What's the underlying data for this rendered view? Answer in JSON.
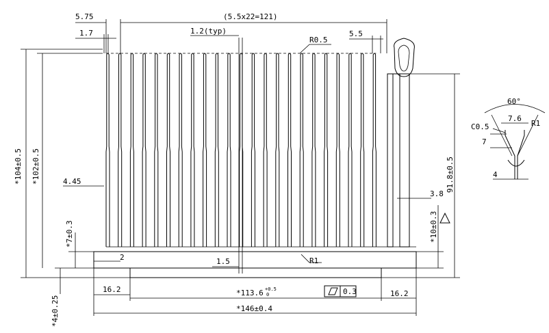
{
  "dimensions": {
    "top_width": "5.75",
    "overall_pitch": "(5.5x22=121)",
    "left_gap": "1.7",
    "fin_thickness": "1.2(typ)",
    "tip_radius": "R0.5",
    "pitch": "5.5",
    "left_height_outer": "*104±0.5",
    "left_height_inner": "*102±0.5",
    "left_offset": "4.45",
    "base_height": "*7±0.3",
    "base_step": "2",
    "center_gap": "1.5",
    "root_radius": "R1",
    "bottom_thickness": "*4±0.25",
    "right_fin_height": "91.8±0.5",
    "right_offset": "3.8",
    "right_base_height": "*10±0.3",
    "left_flange": "16.2",
    "mid_span": "*113.6",
    "mid_tol_upper": "+0.5",
    "mid_tol_lower": "0",
    "right_flange": "16.2",
    "overall_width": "*146±0.4",
    "flatness_value": "0.3"
  },
  "detail": {
    "angle": "60°",
    "chamfer": "C0.5",
    "width_top": "7.6",
    "radius": "R1",
    "depth": "7",
    "width_bottom": "4"
  },
  "flatness_symbol": "flatness-parallelogram",
  "warning_symbol": "triangle-note"
}
